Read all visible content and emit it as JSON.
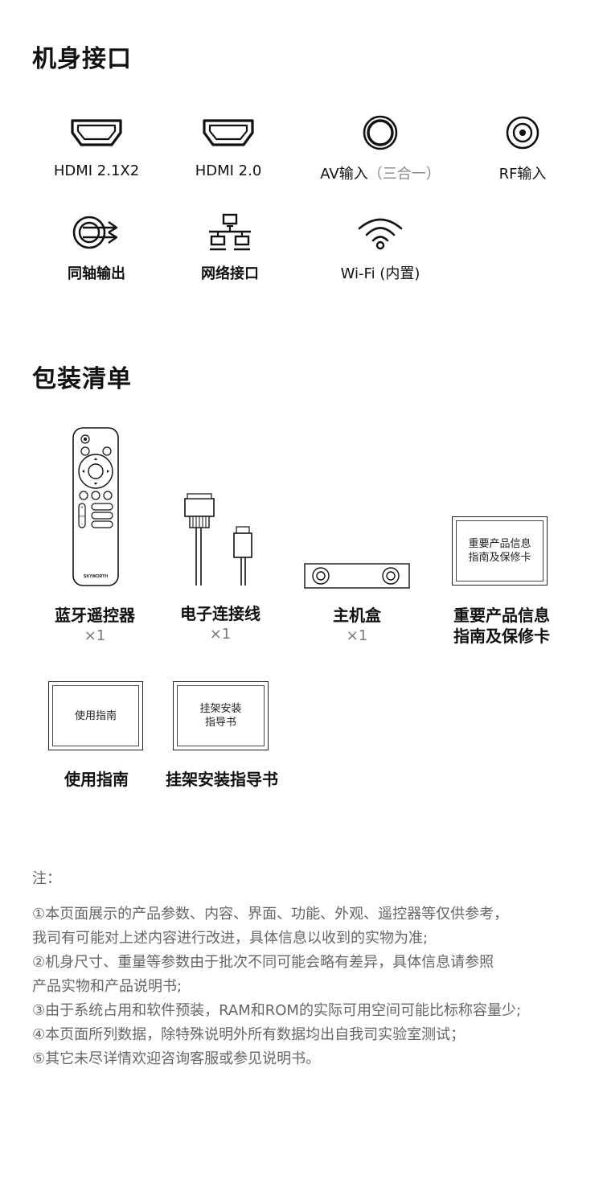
{
  "interfaces": {
    "title": "机身接口",
    "ports": [
      {
        "label": "HDMI 2.1X2",
        "icon": "hdmi-port-icon"
      },
      {
        "label": "HDMI 2.0",
        "icon": "hdmi-port-icon"
      },
      {
        "label": "AV输入",
        "label_suffix": "（三合一）",
        "icon": "av-port-icon"
      },
      {
        "label": "RF输入",
        "icon": "rf-port-icon"
      },
      {
        "label": "同轴输出",
        "icon": "coaxial-output-icon"
      },
      {
        "label": "网络接口",
        "icon": "network-port-icon"
      },
      {
        "label": "Wi-Fi (内置)",
        "icon": "wifi-icon"
      }
    ]
  },
  "package": {
    "title": "包装清单",
    "items": [
      {
        "name": "蓝牙遥控器",
        "qty": "×1"
      },
      {
        "name": "电子连接线",
        "qty": "×1"
      },
      {
        "name": "主机盒",
        "qty": "×1"
      },
      {
        "name_line1": "重要产品信息",
        "name_line2": "指南及保修卡"
      },
      {
        "name": "使用指南"
      },
      {
        "name": "挂架安装指导书"
      }
    ],
    "remote_brand": "SKYWORTH",
    "cards": {
      "warranty_line1": "重要产品信息",
      "warranty_line2": "指南及保修卡",
      "guide": "使用指南",
      "mount_line1": "挂架安装",
      "mount_line2": "指导书"
    }
  },
  "notes": {
    "heading": "注：",
    "lines": [
      "①本页面展示的产品参数、内容、界面、功能、外观、遥控器等仅供参考，",
      "我司有可能对上述内容进行改进，具体信息以收到的实物为准;",
      "②机身尺寸、重量等参数由于批次不同可能会略有差异，具体信息请参照",
      "产品实物和产品说明书;",
      "③由于系统占用和软件预装，RAM和ROM的实际可用空间可能比标称容量少;",
      "④本页面所列数据，除特殊说明外所有数据均出自我司实验室测试；",
      "⑤其它未尽详情欢迎咨询客服或参见说明书。"
    ]
  }
}
